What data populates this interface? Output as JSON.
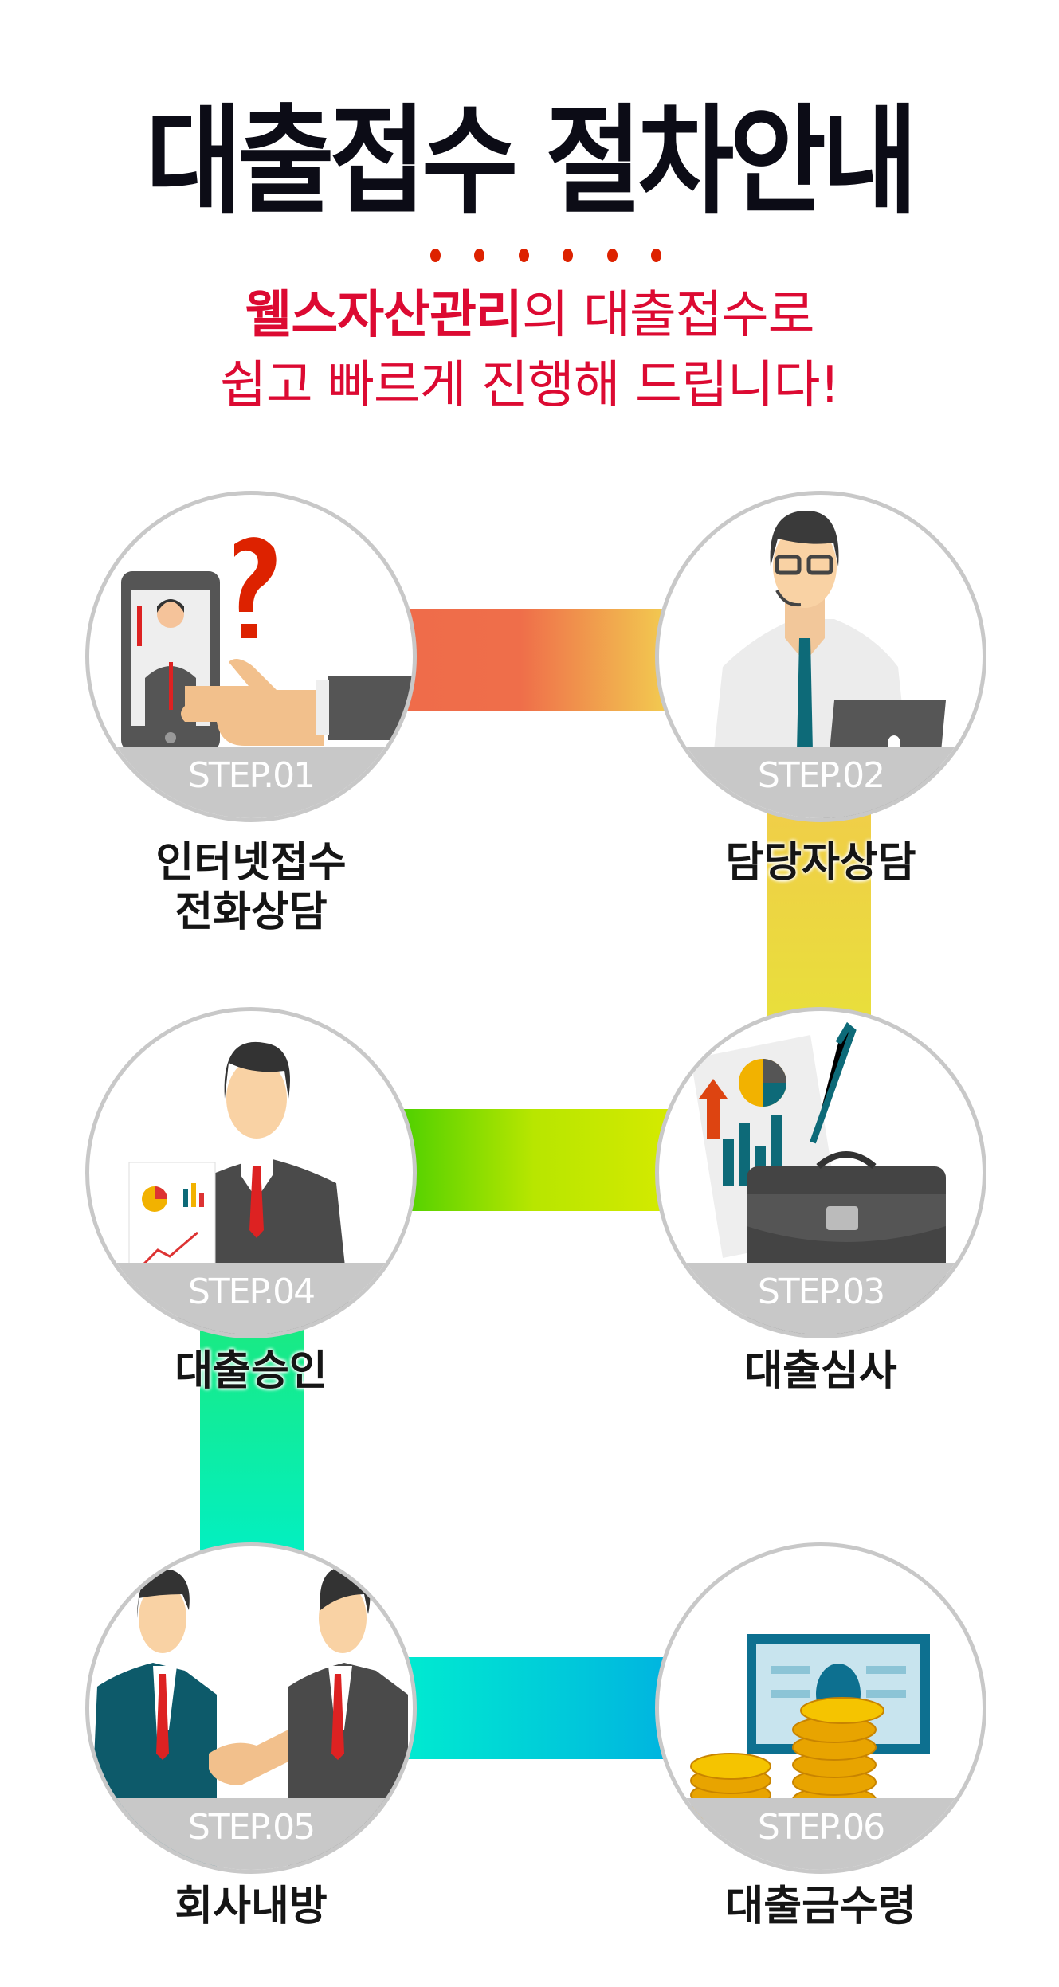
{
  "header": {
    "title": "대출접수 절차안내",
    "subtitle_highlight": "웰스자산관리",
    "subtitle_line1_rest": "의 대출접수로",
    "subtitle_line2": "쉽고 빠르게 진행해 드립니다!"
  },
  "colors": {
    "title": "#0c0c16",
    "accent": "#dc0a32",
    "dots": "#dd2200",
    "band": "#c8c8c8"
  },
  "steps": [
    {
      "step": "STEP.01",
      "label1": "인터넷접수",
      "label2": "전화상담",
      "icon": "phone-pointing-icon"
    },
    {
      "step": "STEP.02",
      "label1": "담당자상담",
      "label2": "",
      "icon": "consultant-headset-icon"
    },
    {
      "step": "STEP.03",
      "label1": "대출심사",
      "label2": "",
      "icon": "briefcase-chart-icon"
    },
    {
      "step": "STEP.04",
      "label1": "대출승인",
      "label2": "",
      "icon": "businessman-report-icon"
    },
    {
      "step": "STEP.05",
      "label1": "회사내방",
      "label2": "",
      "icon": "handshake-icon"
    },
    {
      "step": "STEP.06",
      "label1": "대출금수령",
      "label2": "",
      "icon": "money-coins-icon"
    }
  ]
}
